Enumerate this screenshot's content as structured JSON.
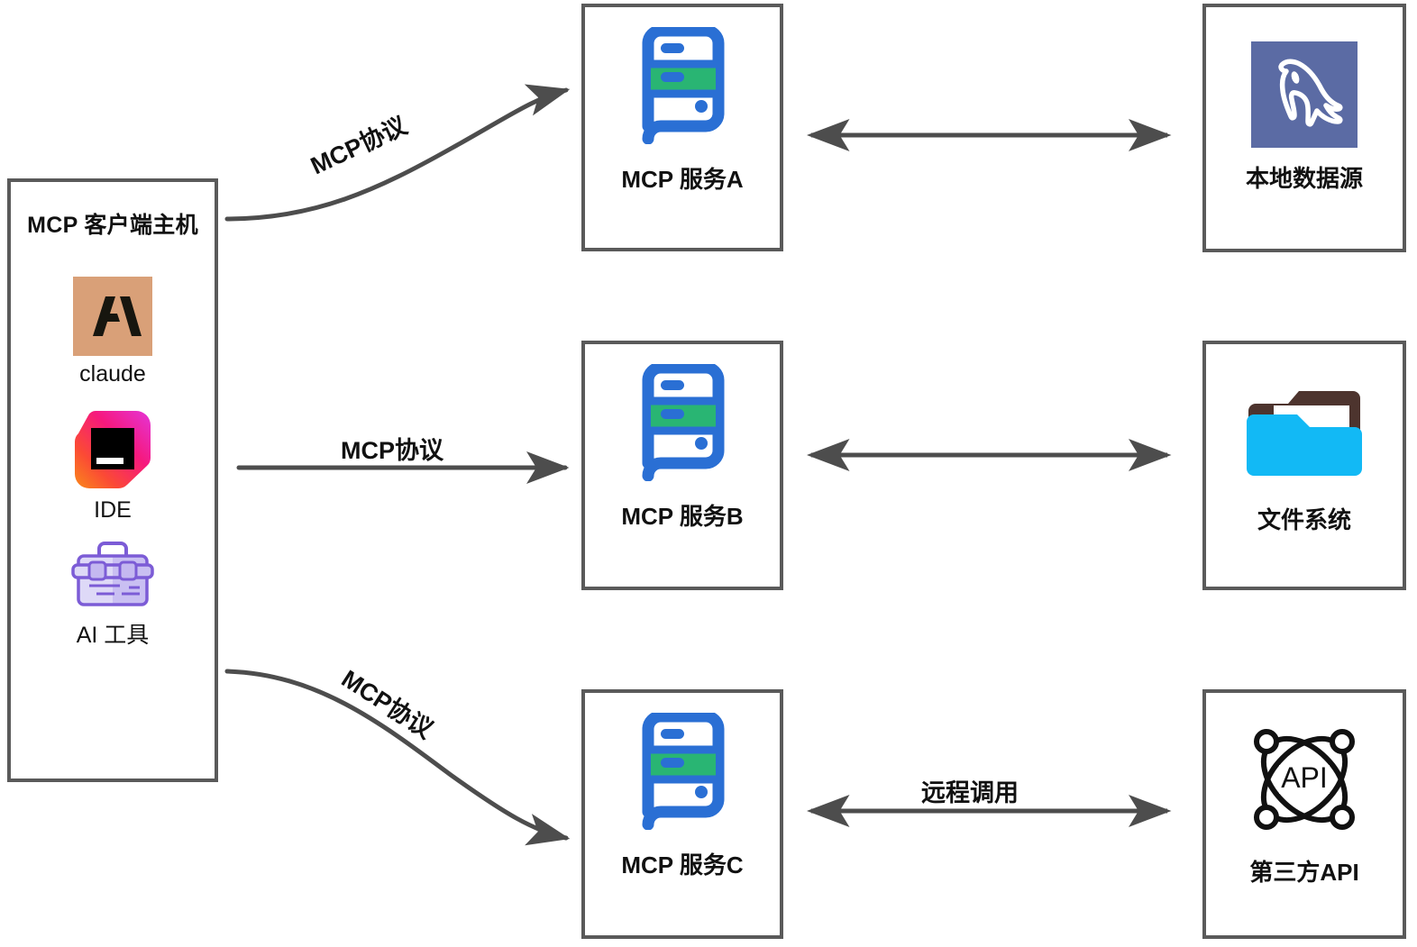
{
  "diagram": {
    "title": "MCP architecture diagram",
    "colors": {
      "box_border": "#5a5a5a",
      "arrow": "#4d4d4d",
      "server_blue": "#2a6fd4",
      "server_green": "#29b573",
      "claude_tan": "#d9a078",
      "mysql_blue": "#5b6ba4",
      "folder_cyan": "#12b9f5",
      "folder_brown": "#4d342e",
      "toolbox_purple": "#7c5cd6"
    }
  },
  "client": {
    "title": "MCP 客户端主机",
    "items": [
      {
        "label": "claude",
        "icon": "claude-logo-icon"
      },
      {
        "label": "IDE",
        "icon": "jetbrains-ide-icon"
      },
      {
        "label": "AI 工具",
        "icon": "toolbox-icon"
      }
    ]
  },
  "servers": [
    {
      "label": "MCP 服务A",
      "icon": "server-rack-icon"
    },
    {
      "label": "MCP 服务B",
      "icon": "server-rack-icon"
    },
    {
      "label": "MCP 服务C",
      "icon": "server-rack-icon"
    }
  ],
  "resources": [
    {
      "label": "本地数据源",
      "icon": "mysql-dolphin-icon"
    },
    {
      "label": "文件系统",
      "icon": "folder-open-icon"
    },
    {
      "label": "第三方API",
      "icon": "api-orbit-icon"
    }
  ],
  "edges": {
    "client_to_servers": [
      {
        "label": "MCP协议",
        "style": "curved-up"
      },
      {
        "label": "MCP协议",
        "style": "straight"
      },
      {
        "label": "MCP协议",
        "style": "curved-down"
      }
    ],
    "server_to_resource": [
      {
        "label": "",
        "style": "bidirectional"
      },
      {
        "label": "",
        "style": "bidirectional"
      },
      {
        "label": "远程调用",
        "style": "bidirectional"
      }
    ]
  },
  "api_icon_text": "API"
}
